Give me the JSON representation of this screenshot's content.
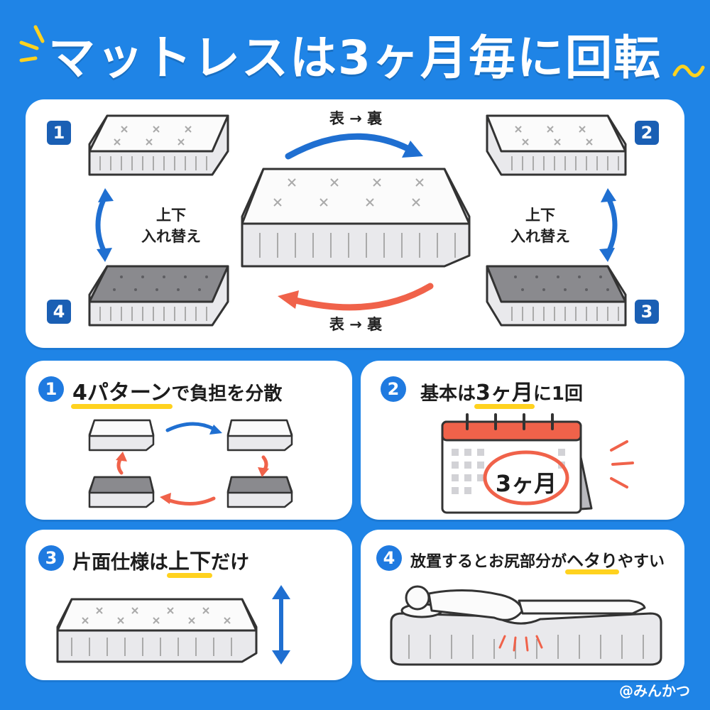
{
  "title": "マットレスは3ヶ月毎に回転",
  "top_panel": {
    "badges": [
      "1",
      "2",
      "3",
      "4"
    ],
    "flip_label_top": "表 → 裏",
    "flip_label_bottom": "表 → 裏",
    "swap_label_left": "上下\n入れ替え",
    "swap_label_right": "上下\n入れ替え"
  },
  "card1": {
    "number": "1",
    "heading_highlight": "4パターン",
    "heading_rest": "で負担を分散"
  },
  "card2": {
    "number": "2",
    "heading_pre": "基本は",
    "heading_highlight": "3ヶ月",
    "heading_post": "に1回",
    "calendar_text": "3ヶ月"
  },
  "card3": {
    "number": "3",
    "heading_pre": "片面仕様は",
    "heading_highlight": "上下",
    "heading_post": "だけ"
  },
  "card4": {
    "number": "4",
    "heading_pre": "放置するとお尻部分が",
    "heading_highlight": "ヘタり",
    "heading_post": "やすい"
  },
  "credit": "@みんかつ",
  "colors": {
    "background": "#1f84e6",
    "badge": "#1a5fb4",
    "arrow_blue": "#1f6fd1",
    "arrow_red": "#f0624a",
    "highlight": "#ffd21f"
  }
}
